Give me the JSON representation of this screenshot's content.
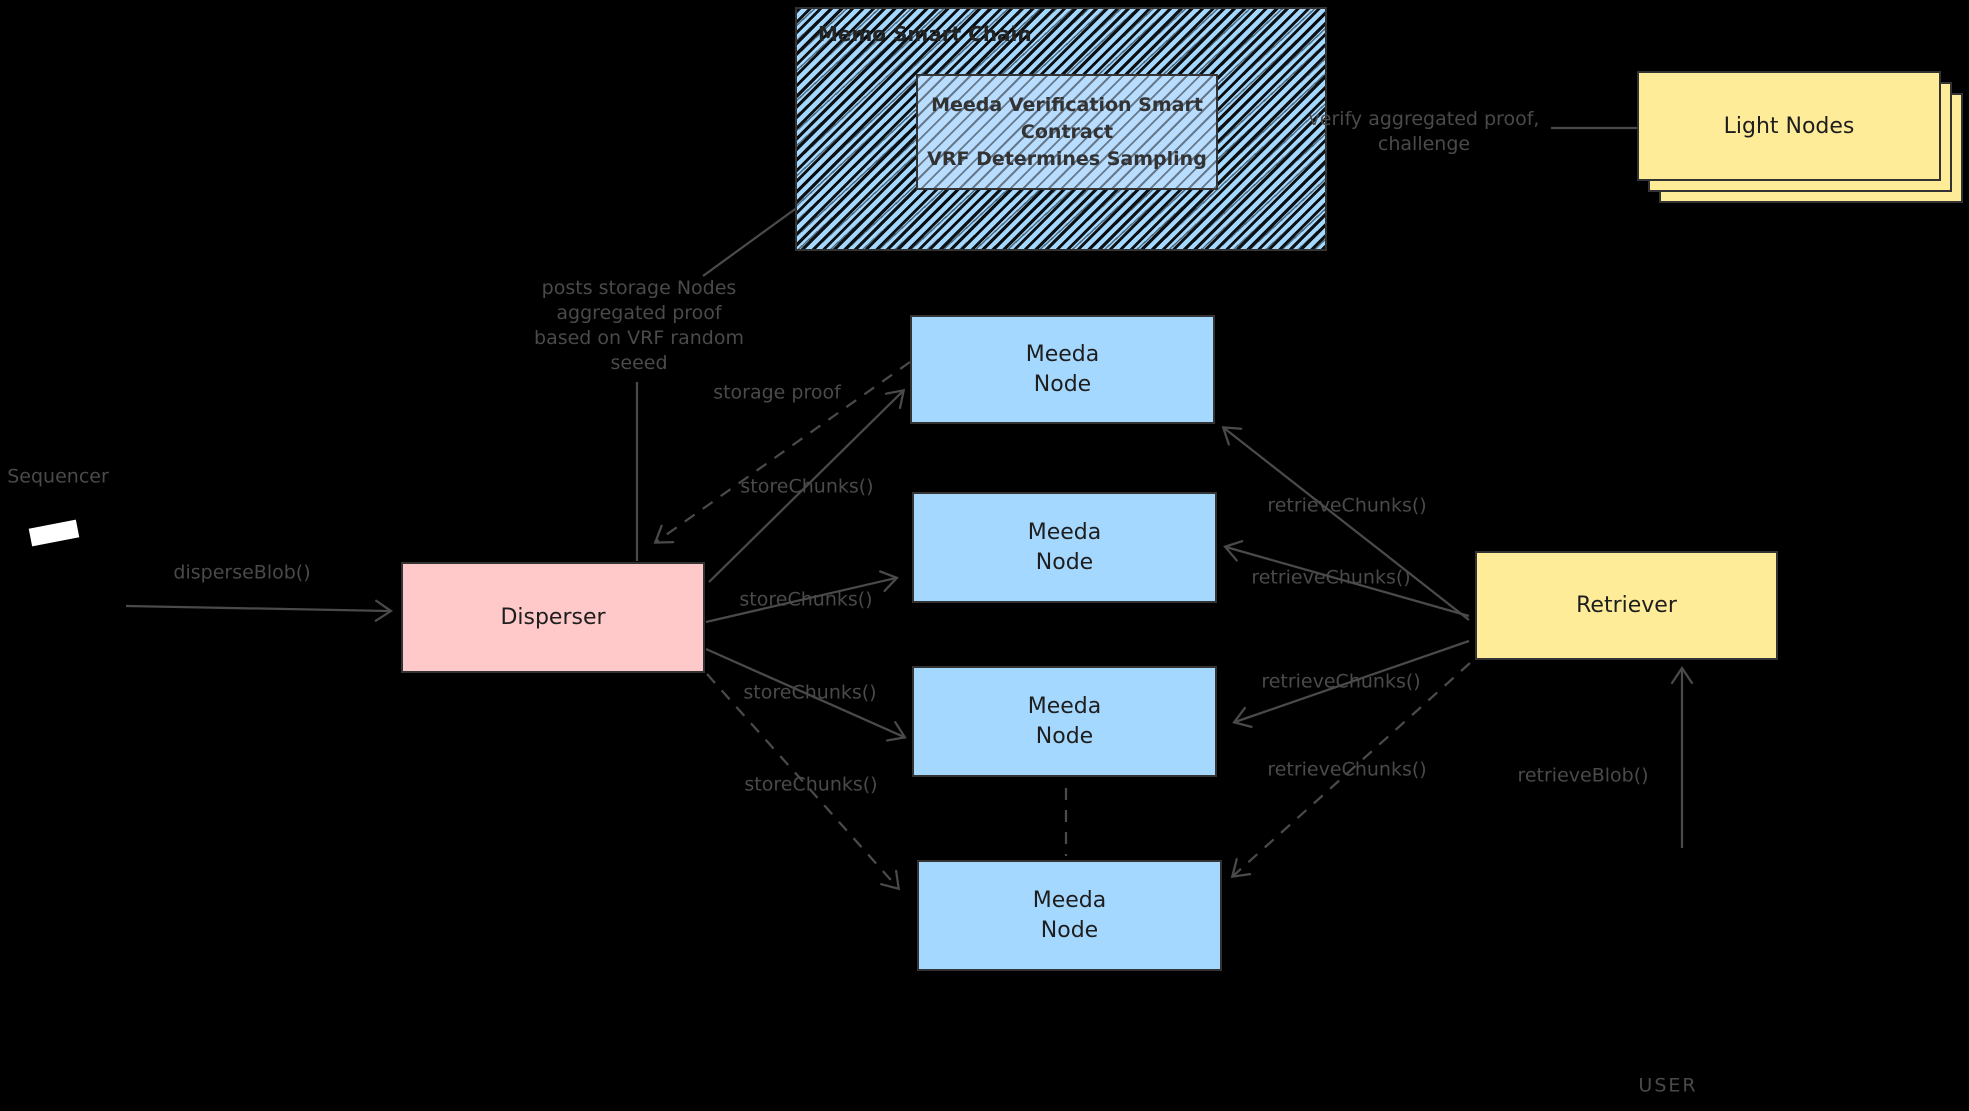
{
  "colors": {
    "background": "#000000",
    "node_blue": "#a5d8ff",
    "disperser_pink": "#ffc9c9",
    "retriever_yellow": "#ffec99",
    "stroke_dark": "#333333",
    "edge_gray": "#4a4a4a"
  },
  "boxes": {
    "chain_title": "Memo Smart Chain",
    "contract_lines": [
      "Meeda Verification Smart",
      "Contract",
      "VRF Determines Sampling"
    ],
    "light_nodes": "Light Nodes",
    "disperser": "Disperser",
    "meeda_node_lines": [
      "Meeda",
      "Node"
    ],
    "retriever": "Retriever"
  },
  "labels": {
    "sequencer": "Sequencer",
    "user": "USER",
    "disperse_blob": "disperseBlob()",
    "posts_lines": [
      "posts storage Nodes",
      "aggregated proof",
      "based on VRF random",
      "seeed"
    ],
    "storage_proof": "storage proof",
    "store_chunks": "storeChunks()",
    "retrieve_chunks": "retrieveChunks()",
    "retrieve_blob": "retrieveBlob()",
    "verify_lines": [
      "verify aggregated proof,",
      "challenge"
    ]
  }
}
